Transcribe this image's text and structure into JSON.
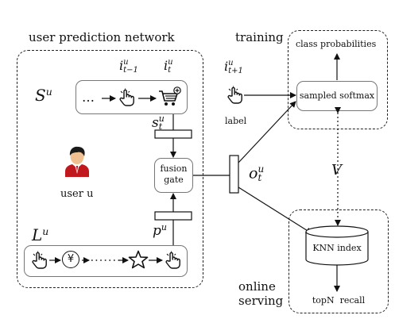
{
  "user_network": {
    "title": "user prediction network",
    "short_seq": {
      "symbol": "S",
      "sup": "u"
    },
    "long_seq": {
      "symbol": "L",
      "sup": "u"
    },
    "items": {
      "prev": {
        "base": "i",
        "sup": "u",
        "sub": "t−1"
      },
      "curr": {
        "base": "i",
        "sup": "u",
        "sub": "t"
      }
    },
    "ellipsis": "…",
    "s_vec": {
      "base": "s",
      "sup": "u",
      "sub": "t"
    },
    "p_vec": {
      "base": "p",
      "sup": "u"
    },
    "fusion_gate": {
      "line1": "fusion",
      "line2": "gate"
    },
    "user_label": "user u",
    "yen_symbol": "¥"
  },
  "output": {
    "base": "o",
    "sup": "u",
    "sub": "t"
  },
  "training": {
    "title": "training",
    "class_probabilities": "class probabilities",
    "sampled_softmax": "sampled softmax",
    "next_item": {
      "base": "i",
      "sup": "u",
      "sub": "t+1"
    },
    "label": "label"
  },
  "shared_matrix": "V",
  "serving": {
    "title_line1": "online",
    "title_line2": "serving",
    "knn_index": "KNN index",
    "topn_recall": "topN  recall"
  },
  "colors": {
    "line": "#111111",
    "box_border": "#777777",
    "avatar_suit": "#c0181d",
    "avatar_hair": "#1a1a1a",
    "avatar_face": "#f0c090"
  },
  "icons": [
    "hand-click-icon",
    "cart-add-icon",
    "coin-yen-icon",
    "star-icon",
    "user-avatar-icon"
  ]
}
